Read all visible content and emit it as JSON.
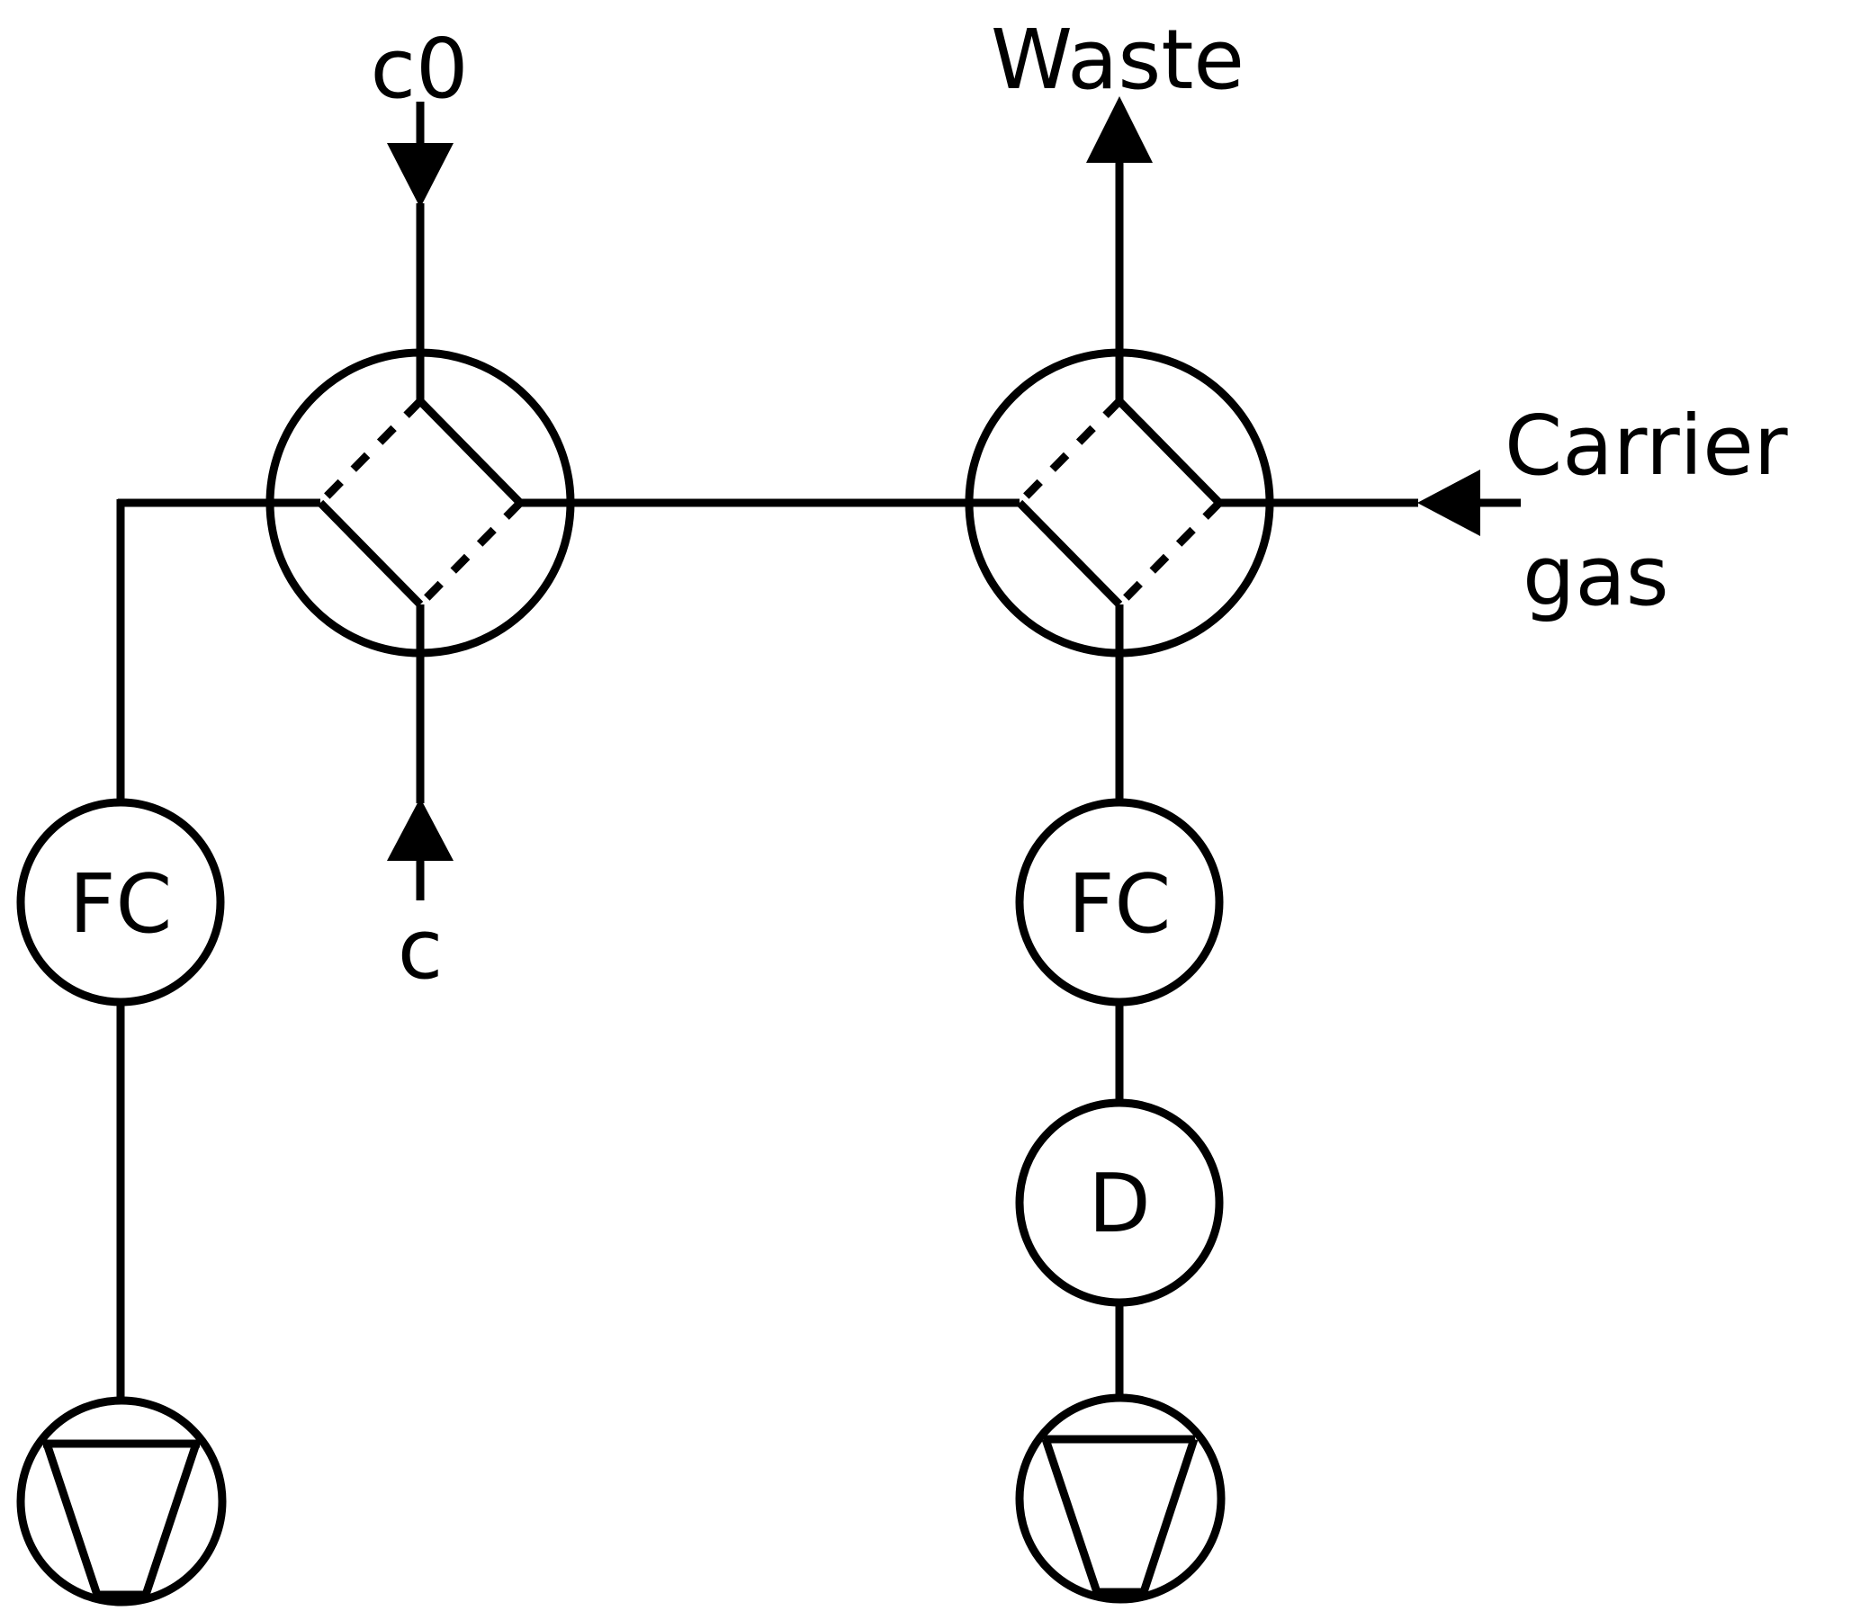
{
  "diagram": {
    "type": "process-flow-diagram",
    "title": "",
    "labels": {
      "c0": "c0",
      "c": "c",
      "waste": "Waste",
      "carrier_line1": "Carrier",
      "carrier_line2": "gas"
    },
    "nodes": [
      {
        "id": "valve-1",
        "kind": "four-port-valve",
        "label": ""
      },
      {
        "id": "valve-2",
        "kind": "four-port-valve",
        "label": ""
      },
      {
        "id": "fc-1",
        "kind": "flow-controller",
        "label": "FC"
      },
      {
        "id": "fc-2",
        "kind": "flow-controller",
        "label": "FC"
      },
      {
        "id": "detector",
        "kind": "detector",
        "label": "D"
      },
      {
        "id": "pump-1",
        "kind": "pump",
        "label": ""
      },
      {
        "id": "pump-2",
        "kind": "pump",
        "label": ""
      }
    ],
    "edges": [
      {
        "from": "c0",
        "to": "valve-1",
        "arrow": "into-valve"
      },
      {
        "from": "c",
        "to": "valve-1",
        "arrow": "into-valve"
      },
      {
        "from": "valve-1",
        "to": "fc-1",
        "arrow": "none"
      },
      {
        "from": "fc-1",
        "to": "pump-1",
        "arrow": "none"
      },
      {
        "from": "valve-1",
        "to": "valve-2",
        "arrow": "none"
      },
      {
        "from": "Carrier gas",
        "to": "valve-2",
        "arrow": "into-valve"
      },
      {
        "from": "valve-2",
        "to": "Waste",
        "arrow": "out-of-valve"
      },
      {
        "from": "valve-2",
        "to": "fc-2",
        "arrow": "none"
      },
      {
        "from": "fc-2",
        "to": "detector",
        "arrow": "none"
      },
      {
        "from": "detector",
        "to": "pump-2",
        "arrow": "none"
      }
    ],
    "colors": {
      "stroke": "#000000",
      "background": "#ffffff"
    }
  }
}
